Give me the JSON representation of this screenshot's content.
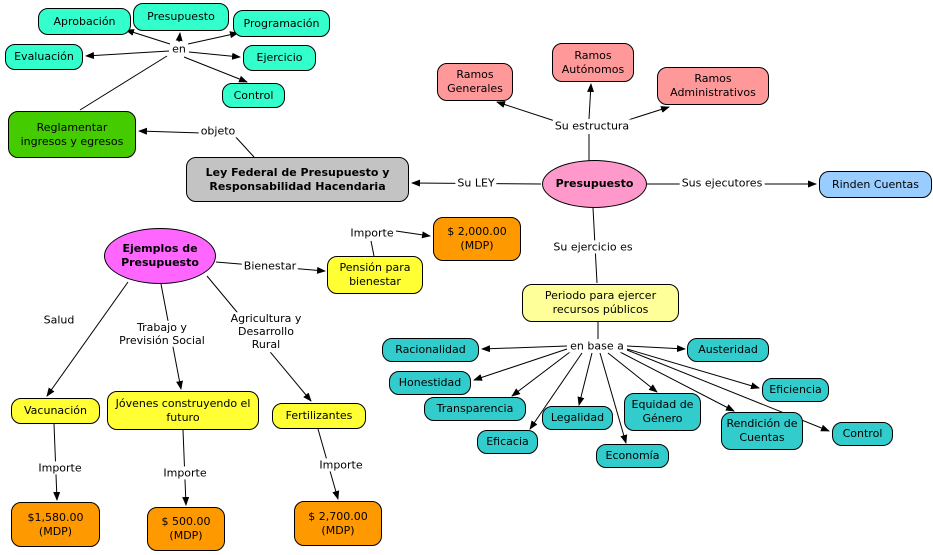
{
  "colors": {
    "cyan": "#33FFCC",
    "green": "#44CC00",
    "gray": "#C3C3C3",
    "pink": "#FF99CC",
    "salmon": "#FF9999",
    "blue": "#99CCFF",
    "light_yellow": "#FFFF99",
    "teal": "#33CCCC",
    "magenta": "#FF66FF",
    "yellow": "#FFFF33",
    "orange": "#FF9900"
  },
  "nodes": {
    "aprobacion": "Aprobación",
    "presupuesto_cyan": "Presupuesto",
    "programacion": "Programación",
    "evaluacion": "Evaluación",
    "ejercicio": "Ejercicio",
    "control_cyan": "Control",
    "reglamentar": "Reglamentar ingresos y egresos",
    "ley_federal": "Ley Federal de Presupuesto y Responsabilidad Hacendaria",
    "presupuesto_main": "Presupuesto",
    "ramos_generales": "Ramos Generales",
    "ramos_autonomos": "Ramos Autónomos",
    "ramos_administrativos": "Ramos Administrativos",
    "rinden_cuentas": "Rinden Cuentas",
    "periodo": "Periodo para ejercer recursos públicos",
    "racionalidad": "Racionalidad",
    "honestidad": "Honestidad",
    "transparencia": "Transparencia",
    "eficacia": "Eficacia",
    "legalidad": "Legalidad",
    "economia": "Economía",
    "equidad_genero": "Equidad de Género",
    "austeridad": "Austeridad",
    "eficiencia": "Eficiencia",
    "rendicion_cuentas": "Rendición de Cuentas",
    "control_teal": "Control",
    "ejemplos": "Ejemplos de Presupuesto",
    "pension_bienestar": "Pensión para bienestar",
    "vacunacion": "Vacunación",
    "jovenes": "Jóvenes construyendo el futuro",
    "fertilizantes": "Fertilizantes",
    "importe_2000": "$ 2,000.00 (MDP)",
    "importe_1580": "$1,580.00 (MDP)",
    "importe_500": "$ 500.00 (MDP)",
    "importe_2700": "$ 2,700.00 (MDP)"
  },
  "links": {
    "en": "en",
    "objeto": "objeto",
    "su_estructura": "Su estructura",
    "su_ley": "Su LEY",
    "sus_ejecutores": "Sus ejecutores",
    "su_ejercicio": "Su ejercicio es",
    "en_base_a": "en base a",
    "bienestar": "Bienestar",
    "salud": "Salud",
    "trabajo": "Trabajo y Previsión Social",
    "agricultura": "Agricultura y Desarrollo Rural",
    "importe": "Importe"
  }
}
